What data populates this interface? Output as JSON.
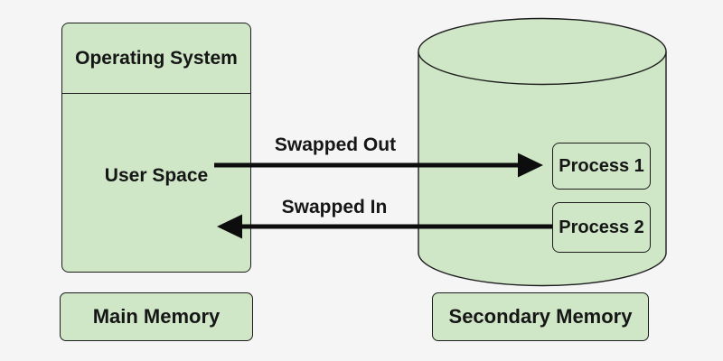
{
  "diagram": {
    "title_implicit": "Memory swapping diagram",
    "main_memory": {
      "os_label": "Operating System",
      "user_space_label": "User Space",
      "caption": "Main Memory"
    },
    "secondary_memory": {
      "caption": "Secondary Memory",
      "processes": [
        "Process 1",
        "Process 2"
      ]
    },
    "arrows": {
      "swapped_out_label": "Swapped Out",
      "swapped_in_label": "Swapped In"
    },
    "colors": {
      "background": "#f4f5f4",
      "shape_fill": "#cfe7c7",
      "border": "#1c1c1c",
      "arrow": "#0d0d0d",
      "text": "#161616"
    }
  }
}
